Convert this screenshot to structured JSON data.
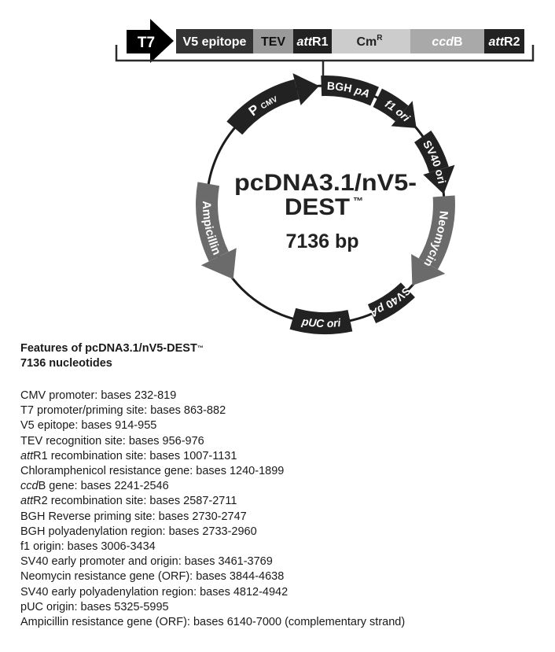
{
  "linear_map": {
    "promoter": {
      "label": "T7",
      "fill": "#000000"
    },
    "segments": [
      {
        "italic": "",
        "label": "V5 epitope",
        "sup": "",
        "fill": "#333333",
        "text_color": "#ffffff"
      },
      {
        "italic": "",
        "label": "TEV",
        "sup": "",
        "fill": "#9a9a9a",
        "text_color": "#111111"
      },
      {
        "italic": "att",
        "label": "R1",
        "sup": "",
        "fill": "#222222",
        "text_color": "#ffffff"
      },
      {
        "italic": "",
        "label": "Cm",
        "sup": "R",
        "fill": "#cccccc",
        "text_color": "#222222"
      },
      {
        "italic": "ccd",
        "label": "B",
        "sup": "",
        "fill": "#a9a9a9",
        "text_color": "#ffffff"
      },
      {
        "italic": "att",
        "label": "R2",
        "sup": "",
        "fill": "#222222",
        "text_color": "#ffffff"
      }
    ]
  },
  "circular_map": {
    "name_line1": "pcDNA3.1/nV5-",
    "name_line2": "DEST",
    "trademark": "™",
    "size": "7136 bp",
    "colors": {
      "dark": "#222222",
      "gray": "#6b6b6b",
      "backbone": "#1c1c1c"
    },
    "features": [
      {
        "label": "P",
        "sub": "CMV",
        "italic": "",
        "kind": "arrow",
        "direction": "clockwise",
        "fill": "#222222"
      },
      {
        "label": "BGH",
        "sub": "",
        "italic": "pA",
        "kind": "box",
        "fill": "#222222"
      },
      {
        "label": "",
        "sub": "",
        "italic": "f1 ori",
        "kind": "arrow",
        "direction": "clockwise",
        "fill": "#222222"
      },
      {
        "label": "SV40 ori",
        "sub": "",
        "italic": "",
        "kind": "arrow",
        "direction": "clockwise",
        "fill": "#222222"
      },
      {
        "label": "Neomycin",
        "sub": "",
        "italic": "",
        "kind": "arrow",
        "direction": "clockwise",
        "fill": "#6b6b6b"
      },
      {
        "label": "SV40",
        "sub": "",
        "italic": "pA",
        "kind": "box",
        "fill": "#222222"
      },
      {
        "label": "",
        "sub": "",
        "italic": "pUC ori",
        "kind": "box",
        "fill": "#222222"
      },
      {
        "label": "Ampicillin",
        "sub": "",
        "italic": "",
        "kind": "arrow",
        "direction": "counterclockwise",
        "fill": "#6b6b6b"
      }
    ]
  },
  "features": {
    "title": "Features of pcDNA3.1/nV5-DEST",
    "title_tm": "™",
    "subtitle": "7136 nucleotides",
    "items": [
      {
        "italic": "",
        "text": "CMV promoter: bases 232-819"
      },
      {
        "italic": "",
        "text": "T7 promoter/priming site: bases 863-882"
      },
      {
        "italic": "",
        "text": "V5 epitope: bases 914-955"
      },
      {
        "italic": "",
        "text": "TEV recognition site: bases 956-976"
      },
      {
        "italic": "att",
        "text": "R1 recombination site: bases 1007-1131"
      },
      {
        "italic": "",
        "text": "Chloramphenicol resistance gene: bases 1240-1899"
      },
      {
        "italic": "ccd",
        "text": "B gene: bases 2241-2546"
      },
      {
        "italic": "att",
        "text": "R2 recombination site: bases 2587-2711"
      },
      {
        "italic": "",
        "text": "BGH Reverse priming site: bases 2730-2747"
      },
      {
        "italic": "",
        "text": "BGH polyadenylation region: bases 2733-2960"
      },
      {
        "italic": "",
        "text": "f1 origin: bases 3006-3434"
      },
      {
        "italic": "",
        "text": "SV40 early promoter and origin: bases 3461-3769"
      },
      {
        "italic": "",
        "text": "Neomycin resistance gene (ORF): bases 3844-4638"
      },
      {
        "italic": "",
        "text": "SV40 early polyadenylation region: bases 4812-4942"
      },
      {
        "italic": "",
        "text": "pUC origin: bases 5325-5995"
      },
      {
        "italic": "",
        "text": "Ampicillin resistance gene (ORF): bases 6140-7000 (complementary strand)"
      }
    ]
  }
}
